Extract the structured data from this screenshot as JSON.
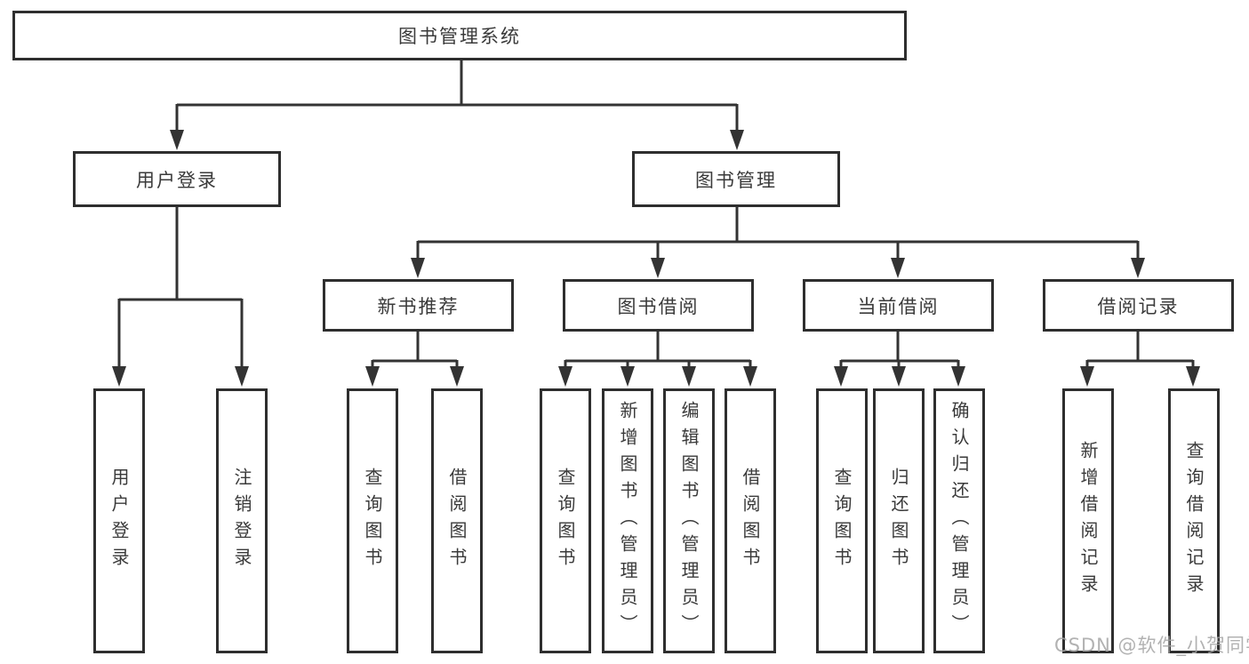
{
  "diagram_type": "hierarchy",
  "title": "图书管理系统",
  "tree": {
    "label": "图书管理系统",
    "children": [
      {
        "label": "用户登录",
        "children": [
          {
            "label": "用户登录"
          },
          {
            "label": "注销登录"
          }
        ]
      },
      {
        "label": "图书管理",
        "children": [
          {
            "label": "新书推荐",
            "children": [
              {
                "label": "查询图书"
              },
              {
                "label": "借阅图书"
              }
            ]
          },
          {
            "label": "图书借阅",
            "children": [
              {
                "label": "查询图书"
              },
              {
                "label": "新增图书（管理员）"
              },
              {
                "label": "编辑图书（管理员）"
              },
              {
                "label": "借阅图书"
              }
            ]
          },
          {
            "label": "当前借阅",
            "children": [
              {
                "label": "查询图书"
              },
              {
                "label": "归还图书"
              },
              {
                "label": "确认归还（管理员）"
              }
            ]
          },
          {
            "label": "借阅记录",
            "children": [
              {
                "label": "新增借阅记录"
              },
              {
                "label": "查询借阅记录"
              }
            ]
          }
        ]
      }
    ]
  },
  "watermark": "CSDN @软件_小贺同学",
  "colors": {
    "line": "#333333",
    "box_border": "#2e2e2e",
    "box_fill": "#ffffff",
    "text": "#3a3a3a",
    "watermark": "#a5a5a5"
  }
}
